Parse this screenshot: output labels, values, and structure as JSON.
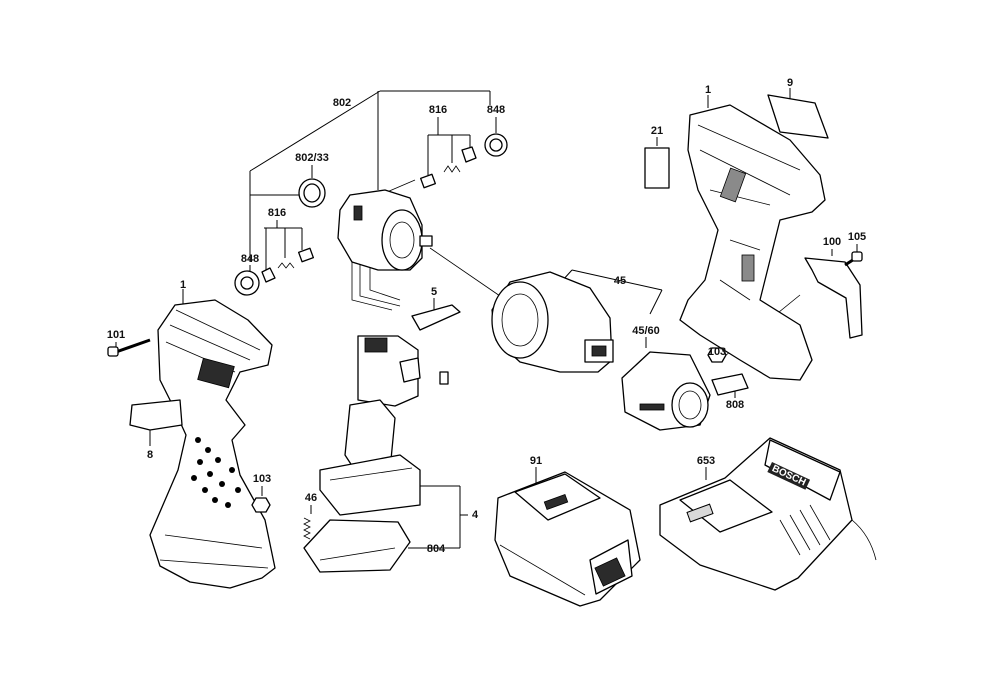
{
  "callouts": [
    {
      "id": "c802",
      "text": "802"
    },
    {
      "id": "c816a",
      "text": "816"
    },
    {
      "id": "c848a",
      "text": "848"
    },
    {
      "id": "c80233",
      "text": "802/33"
    },
    {
      "id": "c816b",
      "text": "816"
    },
    {
      "id": "c848b",
      "text": "848"
    },
    {
      "id": "c1a",
      "text": "1"
    },
    {
      "id": "c101",
      "text": "101"
    },
    {
      "id": "c8",
      "text": "8"
    },
    {
      "id": "c103a",
      "text": "103"
    },
    {
      "id": "c5",
      "text": "5"
    },
    {
      "id": "c46",
      "text": "46"
    },
    {
      "id": "c4",
      "text": "4"
    },
    {
      "id": "c804",
      "text": "804"
    },
    {
      "id": "c45",
      "text": "45"
    },
    {
      "id": "c4560",
      "text": "45/60"
    },
    {
      "id": "c1b",
      "text": "1"
    },
    {
      "id": "c9",
      "text": "9"
    },
    {
      "id": "c21",
      "text": "21"
    },
    {
      "id": "c105",
      "text": "105"
    },
    {
      "id": "c100",
      "text": "100"
    },
    {
      "id": "c103b",
      "text": "103"
    },
    {
      "id": "c808",
      "text": "808"
    },
    {
      "id": "c91",
      "text": "91"
    },
    {
      "id": "c653",
      "text": "653"
    }
  ],
  "charger_brand": "BOSCH"
}
